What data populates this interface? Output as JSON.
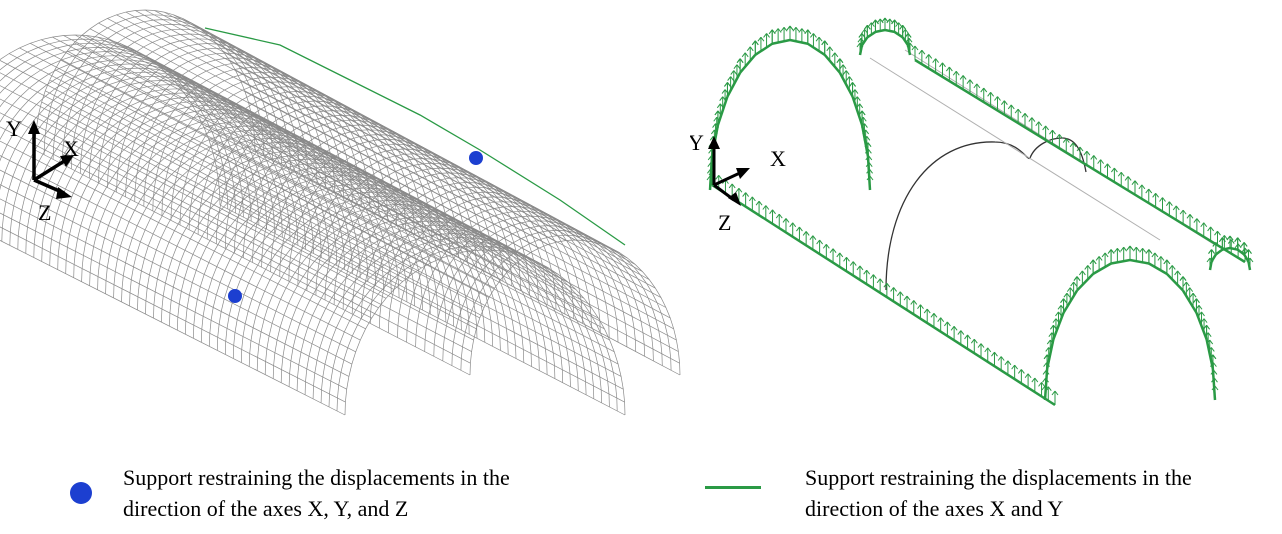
{
  "left_figure": {
    "axes": {
      "y": "Y",
      "x": "X",
      "z": "Z"
    },
    "mesh_color": "#8a8a8a",
    "pin_support_color": "#1c3fd0",
    "roller_line_color": "#2a9a45"
  },
  "right_figure": {
    "axes": {
      "y": "Y",
      "x": "X",
      "z": "Z"
    },
    "support_symbol_color": "#2a9a45",
    "outline_color": "#333333"
  },
  "legend": [
    {
      "symbol": "blue-dot",
      "line1": "Support restraining the displacements in the",
      "line2": "direction of the axes X, Y, and Z"
    },
    {
      "symbol": "green-line",
      "line1": "Support restraining the displacements in the",
      "line2": "direction of the axes X and Y"
    }
  ]
}
